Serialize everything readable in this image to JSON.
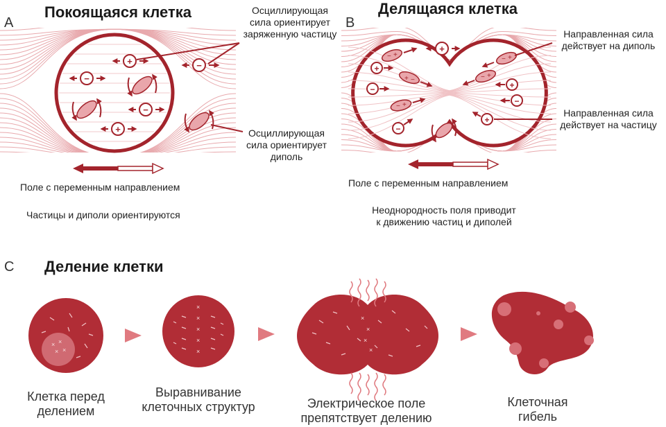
{
  "panel_a": {
    "letter": "A",
    "title": "Покоящаяся клетка",
    "annotation_top": [
      "Осциллирующая",
      "сила ориентирует",
      "заряженную частицу"
    ],
    "annotation_bottom": [
      "Осциллирующая",
      "сила ориентирует",
      "диполь"
    ],
    "field_caption": "Поле с переменным направлением",
    "result_caption": "Частицы и диполи ориентируются"
  },
  "panel_b": {
    "letter": "B",
    "title": "Делящаяся клетка",
    "annotation_top": [
      "Направленная сила",
      "действует на диполь"
    ],
    "annotation_bottom": [
      "Направленная сила",
      "действует на частицу"
    ],
    "field_caption": "Поле с переменным направлением",
    "result_caption": [
      "Неоднородность поля приводит",
      "к движению частиц и диполей"
    ]
  },
  "panel_c": {
    "letter": "C",
    "title": "Деление клетки",
    "steps": [
      [
        "Клетка перед",
        "делением"
      ],
      [
        "Выравнивание",
        "клеточных структур"
      ],
      [
        "Электрическое поле",
        "препятствует делению"
      ],
      [
        "Клеточная",
        "гибель"
      ]
    ]
  },
  "colors": {
    "dark_red": "#a3242c",
    "red": "#c0404a",
    "pale_red": "#e8a9ad",
    "cell_fill": "#b12d36",
    "arrow_grey": "#e07a80"
  }
}
